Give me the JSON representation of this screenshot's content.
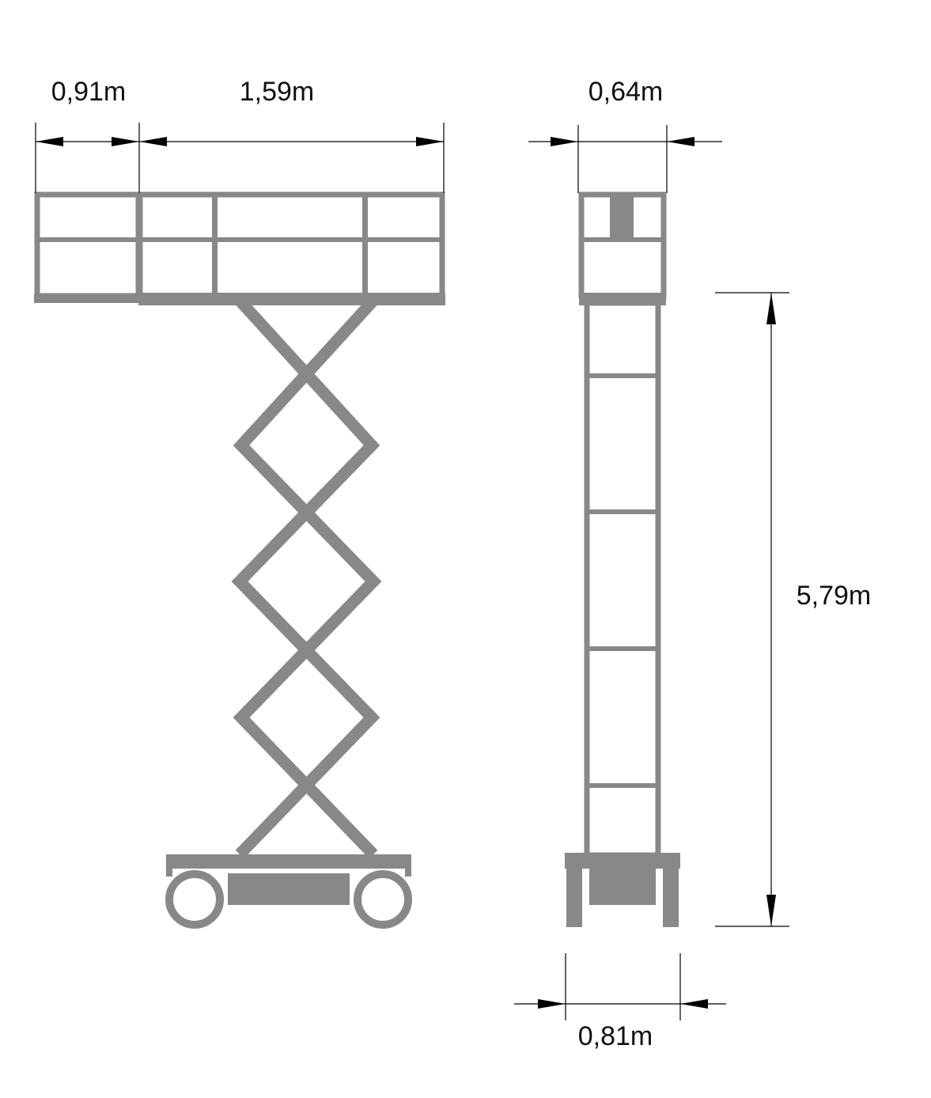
{
  "dimensions": {
    "side_rear_extension": "0,91m",
    "side_platform_length": "1,59m",
    "front_platform_width": "0,64m",
    "platform_height": "5,79m",
    "base_width": "0,81m"
  },
  "colors": {
    "machine_gray": "#888888",
    "dimension_line": "#000000",
    "background": "#ffffff"
  }
}
